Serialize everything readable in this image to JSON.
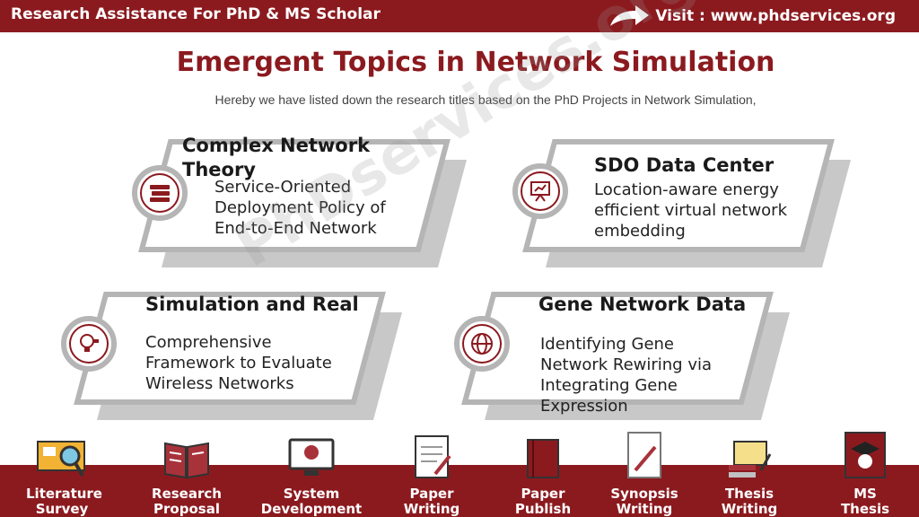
{
  "header": {
    "brand": "Research Assistance For PhD & MS Scholar",
    "visit": "Visit : www.phdservices.org"
  },
  "title": "Emergent Topics in Network Simulation",
  "subtitle": "Hereby we have listed down the research titles based on the PhD Projects in Network Simulation,",
  "watermark": "PhDservices.org",
  "topics": [
    {
      "title": "Complex Network Theory",
      "desc": "Service-Oriented Deployment Policy of End-to-End Network",
      "icon": "books-icon"
    },
    {
      "title": "SDO Data Center",
      "desc": "Location-aware energy efficient virtual network embedding",
      "icon": "presentation-icon"
    },
    {
      "title": "Simulation and Real",
      "desc": "Comprehensive Framework to Evaluate Wireless Networks",
      "icon": "lightbulb-icon"
    },
    {
      "title": "Gene Network Data",
      "desc": "Identifying Gene Network Rewiring via Integrating Gene Expression",
      "icon": "globe-icon"
    }
  ],
  "services": [
    {
      "label": "Literature Survey",
      "icon": "magnifier-board-icon"
    },
    {
      "label": "Research Proposal",
      "icon": "open-book-icon"
    },
    {
      "label": "System Development",
      "icon": "computer-icon"
    },
    {
      "label": "Paper Writing",
      "icon": "clipboard-icon"
    },
    {
      "label": "Paper Publish",
      "icon": "red-book-icon"
    },
    {
      "label": "Synopsis Writing",
      "icon": "pen-paper-icon"
    },
    {
      "label": "Thesis Writing",
      "icon": "scroll-icon"
    },
    {
      "label": "MS Thesis",
      "icon": "graduate-icon"
    }
  ],
  "colors": {
    "brand": "#8b1a1f",
    "frame": "#b5b5b5",
    "shadow": "#c8c8c8"
  }
}
